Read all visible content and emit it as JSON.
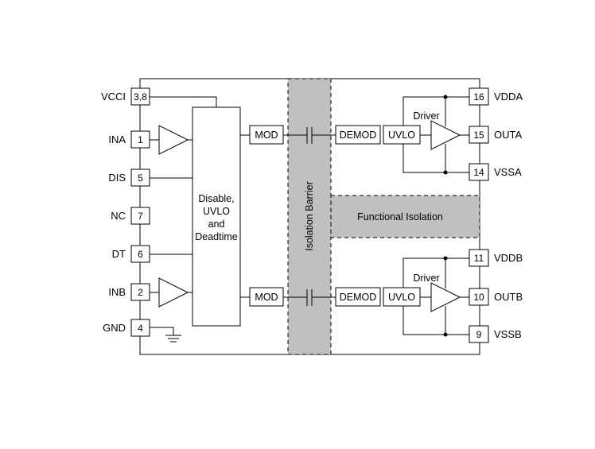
{
  "left_pins": [
    {
      "name": "VCCI",
      "num": "3,8"
    },
    {
      "name": "INA",
      "num": "1"
    },
    {
      "name": "DIS",
      "num": "5"
    },
    {
      "name": "NC",
      "num": "7"
    },
    {
      "name": "DT",
      "num": "6"
    },
    {
      "name": "INB",
      "num": "2"
    },
    {
      "name": "GND",
      "num": "4"
    }
  ],
  "right_pins": [
    {
      "name": "VDDA",
      "num": "16"
    },
    {
      "name": "OUTA",
      "num": "15"
    },
    {
      "name": "VSSA",
      "num": "14"
    },
    {
      "name": "VDDB",
      "num": "11"
    },
    {
      "name": "OUTB",
      "num": "10"
    },
    {
      "name": "VSSB",
      "num": "9"
    }
  ],
  "control_block": {
    "lines": [
      "Disable,",
      "UVLO",
      "and",
      "Deadtime"
    ]
  },
  "channel_a": {
    "mod": "MOD",
    "demod": "DEMOD",
    "uvlo": "UVLO",
    "driver": "Driver"
  },
  "channel_b": {
    "mod": "MOD",
    "demod": "DEMOD",
    "uvlo": "UVLO",
    "driver": "Driver"
  },
  "isolation_barrier": "Isolation Barrier",
  "functional_isolation": "Functional Isolation",
  "colors": {
    "barrier_fill": "#c0c0c0",
    "line": "#000000"
  }
}
